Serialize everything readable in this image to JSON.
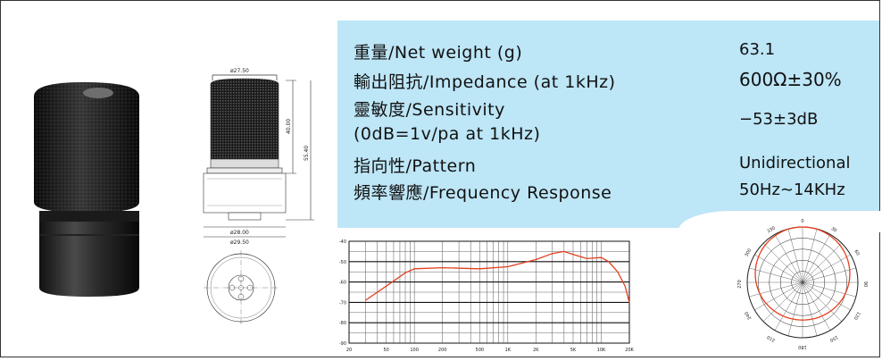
{
  "specs": [
    {
      "label": "重量/Net weight (g)",
      "value": "63.1"
    },
    {
      "label": "輸出阻抗/Impedance (at 1kHz)",
      "value": "600Ω±30%"
    },
    {
      "label": "靈敏度/Sensitivity",
      "label2": "(0dB=1v/pa at 1kHz)",
      "value": "−53±3dB"
    },
    {
      "label": "指向性/Pattern",
      "value": "Unidirectional"
    },
    {
      "label": "頻率響應/Frequency Response",
      "value": "50Hz∼14KHz"
    }
  ],
  "drawing": {
    "dim_top": "ø27.50",
    "dim_h1": "40.00",
    "dim_h2": "55.40",
    "dim_b1": "ø28.00",
    "dim_b2": "ø29.50"
  },
  "chart_data": {
    "type": "line",
    "x_ticks": [
      "20",
      "50",
      "100",
      "200",
      "500",
      "1K",
      "2K",
      "5K",
      "10K",
      "20K"
    ],
    "y_ticks": [
      "-40",
      "-50",
      "-60",
      "-70",
      "-80",
      "-90"
    ],
    "ylim": [
      -90,
      -40
    ],
    "x_log": true,
    "series": [
      {
        "x": [
          30,
          50,
          80,
          100,
          200,
          500,
          1000,
          2000,
          3000,
          4000,
          5000,
          7000,
          10000,
          12000,
          15000,
          18000,
          20000
        ],
        "y": [
          -69,
          -62,
          -55.5,
          -53.5,
          -53,
          -53.5,
          -52.5,
          -49,
          -46,
          -45,
          -46.5,
          -48.5,
          -48,
          -50,
          -55,
          -62,
          -70
        ]
      }
    ],
    "color": "#e4401e"
  },
  "polar": {
    "angles": [
      "0",
      "30",
      "60",
      "90",
      "120",
      "150",
      "180",
      "210",
      "240",
      "270",
      "300",
      "330"
    ],
    "color": "#e4401e"
  }
}
